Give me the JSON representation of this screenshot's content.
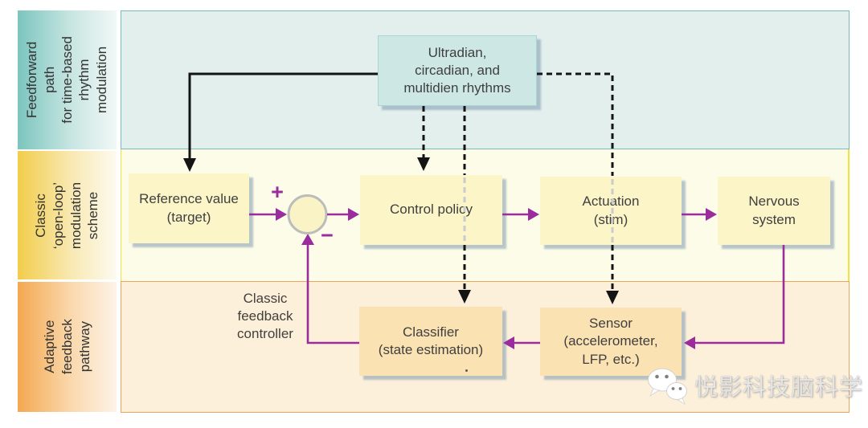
{
  "bands": {
    "feedforward": {
      "label": "Feedforward path\nfor time-based\nrhythm\nmodulation"
    },
    "open_loop": {
      "label": "Classic\n‘open-loop’\nmodulation\nscheme"
    },
    "adaptive": {
      "label": "Adaptive\nfeedback\npathway"
    }
  },
  "boxes": {
    "rhythms": {
      "label": "Ultradian,\ncircadian, and\nmultidien rhythms"
    },
    "reference": {
      "label": "Reference value\n(target)"
    },
    "control_policy": {
      "label": "Control policy"
    },
    "actuation": {
      "label": "Actuation\n(stim)"
    },
    "nervous_system": {
      "label": "Nervous\nsystem"
    },
    "classifier": {
      "label": "Classifier\n(state estimation)"
    },
    "sensor": {
      "label": "Sensor\n(accelerometer,\nLFP, etc.)"
    }
  },
  "annotations": {
    "feedback_controller": "Classic\nfeedback\ncontroller",
    "summing_plus": "+",
    "summing_minus": "−"
  },
  "watermark": {
    "text": "悦影科技脑科学",
    "icon": "wechat-icon"
  },
  "colors": {
    "band_top_fill": "#e2efed",
    "band_top_border": "#79bcb5",
    "band_mid_fill": "#fdfce9",
    "band_mid_border": "#f0e43c",
    "band_bot_fill": "#fcf0db",
    "band_bot_border": "#eca55f",
    "box_teal": "#cde7e4",
    "box_yellow": "#fbf5c8",
    "box_orange": "#fbe2b3",
    "arrow_purple": "#9b2c9d",
    "arrow_black": "#141414",
    "dashed_faded": "#cbcbcb",
    "summing_circle_border": "#bcbcbc"
  }
}
